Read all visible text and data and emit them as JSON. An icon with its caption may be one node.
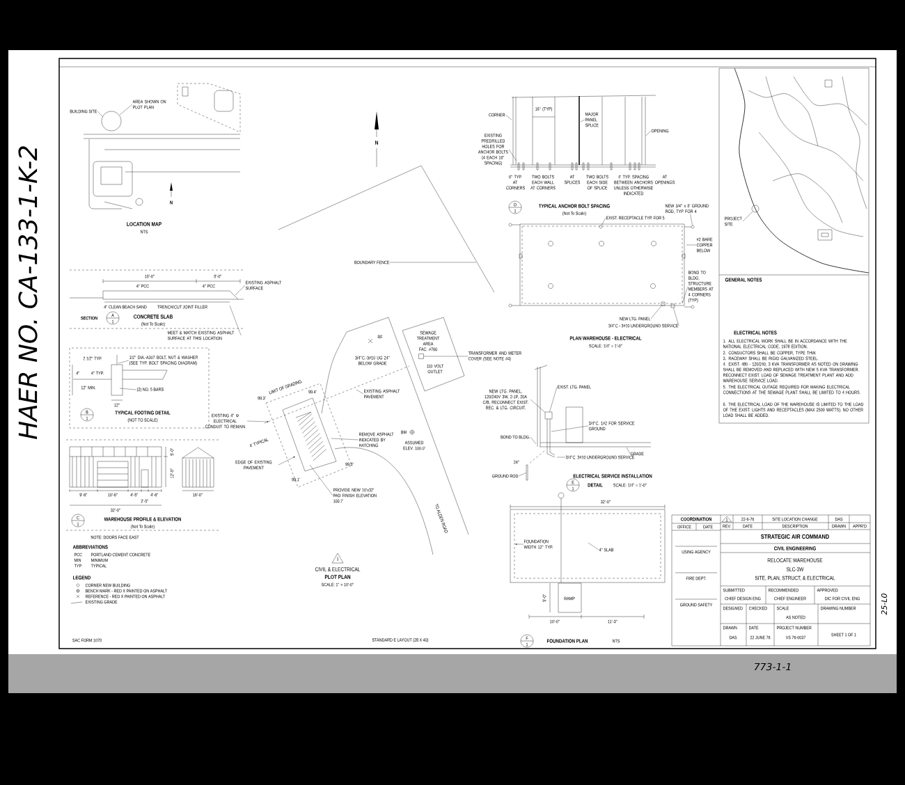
{
  "diagram": {
    "nodes": [
      {
        "text": [
          "BUILDING SITE"
        ]
      },
      {
        "text": [
          "AREA SHOWN ON PLOT PLAN"
        ]
      },
      {
        "text": [
          "EXISTING ASPHALT SURFACE"
        ]
      },
      {
        "text": [
          "MEET & MATCH EXISTING ASPHALT SURFACE AT THIS LOCATION"
        ]
      },
      {
        "text": [
          "1/2\" DIA.-A307 BOLT, NUT & WASHER (SEE TYP. BOLT SPACING DIAGRAM)"
        ]
      },
      {
        "text": [
          "(2) NO. 5 BARS"
        ]
      },
      {
        "text": [
          "EXISTING 4\" Φ ELECTRICAL CONDUIT TO REMAIN"
        ]
      },
      {
        "text": [
          "EDGE OF EXISTING PAVEMENT"
        ]
      },
      {
        "text": [
          "REMOVE ASPHALT INDICATED BY HATCHING"
        ]
      },
      {
        "text": [
          "PROVIDE NEW 16'x32' PAD FINISH ELEVATION 100.7'"
        ]
      },
      {
        "text": [
          "EXISTING ASPHALT PAVEMENT"
        ]
      },
      {
        "text": [
          "TRANSFORMER AND METER COVER (SEE NOTE #4)"
        ]
      },
      {
        "text": [
          "BOUNDARY FENCE"
        ]
      },
      {
        "text": [
          "CORNER"
        ]
      },
      {
        "text": [
          "MAJOR PANEL SPLICE"
        ]
      },
      {
        "text": [
          "OPENING"
        ]
      },
      {
        "text": [
          "EXISTING PREDRILLED HOLES FOR ANCHOR BOLTS (4 EACH 16\" SPACING)"
        ]
      },
      {
        "text": [
          "EXIST. RECEPTACLE TYP. FOR 5"
        ]
      },
      {
        "text": [
          "NEW 3/4\" x 8' GROUND ROD, TYP FOR 4"
        ]
      },
      {
        "text": [
          "#2 BARE COPPER BELOW"
        ]
      },
      {
        "text": [
          "BOND TO BLDG. STRUCTURE MEMBERS AT 4 CORNERS (TYP)"
        ]
      },
      {
        "text": [
          "NEW LTG. PANEL"
        ]
      },
      {
        "text": [
          "3/4\"C - 3#10 UNDERGROUND SERVICE"
        ]
      },
      {
        "text": [
          "EXIST. LTG. PANEL"
        ]
      },
      {
        "text": [
          "NEW LTG. PANEL, 120/240V 3W, 2-1P, 20A C/B, RECONNECT EXIST. REC. & LTG. CIRCUIT."
        ]
      },
      {
        "text": [
          "3/4\"C. 1#2 FOR SERVICE GROUND"
        ]
      },
      {
        "text": [
          "BOND TO BLDG."
        ]
      },
      {
        "text": [
          "GRADE"
        ]
      },
      {
        "text": [
          "3/4\"C. 3#10 UNDERGROUND SERVICE"
        ]
      },
      {
        "text": [
          "GROUND ROD"
        ]
      },
      {
        "text": [
          "FOUNDATION WIDTH 12\" TYP."
        ]
      },
      {
        "text": [
          "4\" SLAB"
        ]
      },
      {
        "text": [
          "PROJECT SITE"
        ]
      },
      {
        "text": [
          "SEWAGE TREATMENT AREA",
          "FAC. #760"
        ]
      },
      {
        "text": [],
        "shape": "box",
        "in": 33
      },
      {
        "text": [],
        "shape": "circle"
      },
      {
        "text": [],
        "shape": "circle"
      },
      {
        "text": [],
        "shape": "box"
      },
      {
        "text": [],
        "shape": "box"
      },
      {
        "text": [],
        "shape": "circle"
      },
      {
        "text": [],
        "shape": "box"
      },
      {
        "text": [],
        "shape": "bar"
      }
    ],
    "edges": [
      {
        "from": 0,
        "to": null,
        "arrow": "none"
      },
      {
        "from": 1,
        "to": null,
        "arrow": "none"
      },
      {
        "from": 2,
        "to": null,
        "arrow": "none"
      },
      {
        "from": 3,
        "to": null,
        "arrow": "none"
      },
      {
        "from": 4,
        "to": null,
        "arrow": "none"
      },
      {
        "from": 5,
        "to": null,
        "arrow": "none"
      },
      {
        "from": 6,
        "to": null,
        "arrow": "to"
      },
      {
        "from": 7,
        "to": null,
        "arrow": "to"
      },
      {
        "from": 8,
        "to": null,
        "arrow": "none"
      },
      {
        "from": 9,
        "to": null,
        "arrow": "none"
      },
      {
        "from": 10,
        "to": null,
        "arrow": "none"
      },
      {
        "from": 11,
        "to": 34,
        "arrow": "none"
      },
      {
        "from": 12,
        "to": null,
        "arrow": "none"
      },
      {
        "from": 13,
        "to": null,
        "arrow": "none"
      },
      {
        "from": 14,
        "to": null,
        "arrow": "none"
      },
      {
        "from": 15,
        "to": null,
        "arrow": "none"
      },
      {
        "from": 16,
        "to": null,
        "arrow": "none"
      },
      {
        "from": 17,
        "to": 35,
        "arrow": "none"
      },
      {
        "from": 18,
        "to": 36,
        "arrow": "none"
      },
      {
        "from": 19,
        "to": null,
        "arrow": "none"
      },
      {
        "from": 20,
        "to": null,
        "arrow": "none"
      },
      {
        "from": 21,
        "to": 37,
        "arrow": "none"
      },
      {
        "from": 22,
        "to": 38,
        "arrow": "none"
      },
      {
        "from": 23,
        "to": 40,
        "arrow": "none"
      },
      {
        "from": 24,
        "to": 40,
        "arrow": "none"
      },
      {
        "from": 25,
        "to": null,
        "arrow": "none"
      },
      {
        "from": 26,
        "to": null,
        "arrow": "none"
      },
      {
        "from": 27,
        "to": null,
        "arrow": "none"
      },
      {
        "from": 28,
        "to": null,
        "arrow": "none"
      },
      {
        "from": 29,
        "to": 41,
        "arrow": "none"
      },
      {
        "from": 30,
        "to": null,
        "arrow": "to"
      },
      {
        "from": 31,
        "to": null,
        "arrow": "none"
      },
      {
        "from": 32,
        "to": 39,
        "arrow": "none"
      }
    ],
    "labels": [
      "LOCATION MAP",
      "NTS",
      "N",
      "N",
      "SECTION",
      "A",
      "1",
      "CONCRETE SLAB",
      "(Not To Scale)",
      "18'-0\"",
      "8'-0\"",
      "4\" PCC",
      "4\" PCC",
      "4\" CLEAN BEACH SAND",
      "TRENCH/CUT JOINT FILLER",
      "B",
      "1",
      "TYPICAL FOOTING DETAIL",
      "(NOT TO SCALE)",
      "2 1/2\" TYP.",
      "4\"",
      "4\" TYP.",
      "12\" MIN.",
      "12\"",
      "C",
      "1",
      "WAREHOUSE PROFILE & ELEVATION",
      "(Not To Scale)",
      "9'-6\"",
      "10'-6\"",
      "4'-5\"",
      "2'-5\"",
      "4'-6\"",
      "32'-0\"",
      "16'-0\"",
      "5'-0\"",
      "12'-0\"",
      "NOTE: DOORS FACE EAST",
      "ABBREVIATIONS",
      "PCC",
      "PORTLAND CEMENT CONCRETE",
      "MIN",
      "MINIMUM",
      "TYP",
      "TYPICAL",
      "LEGEND",
      "1",
      "CIVIL & ELECTRICAL",
      "PLOT PLAN",
      "SCALE: 1\" = 10'-0\"",
      "LIMIT OF GRADING",
      "99.4'",
      "99.3'",
      "99.1'",
      "99.8'",
      "4' TYPICAL",
      "3/4\"C.-3#10 UG 24\" BELOW GRADE",
      "110 VOLT OUTLET",
      "RF",
      "BM",
      "ASSUMED ELEV. 100.0'",
      "TO ALDEN ROAD",
      "D",
      "1",
      "TYPICAL ANCHOR BOLT SPACING",
      "(Not To Scale)",
      "16\" (TYP)",
      "6\" TYP AT CORNERS",
      "TWO BOLTS EACH WALL AT CORNERS",
      "AT SPLICES",
      "TWO BOLTS EACH SIDE OF SPLICE",
      "4' TYP. SPACING BETWEEN ANCHORS UNLESS OTHERWISE INDICATED",
      "AT OPENINGS",
      "PLAN WAREHOUSE - ELECTRICAL",
      "SCALE: 1/4\" = 1'-0\"",
      "24\"",
      "ELECTRICAL SERVICE INSTALLATION",
      "E",
      "1",
      "DETAIL",
      "SCALE: 1/4\" = 1'-0\"",
      "32'-0\"",
      "RAMP",
      "5'-0\"",
      "10'-0\"",
      "11'-3\"",
      "F",
      "1",
      "FOUNDATION PLAN",
      "NTS",
      "GENERAL NOTES",
      "ELECTRICAL NOTES",
      "1. ALL ELECTRICAL WORK SHALL BE IN ACCORDANCE WITH THE NATIONAL ELECTRICAL CODE, 1978 EDITION.",
      "2. CONDUCTORS SHALL BE COPPER, TYPE THW.",
      "3. RACEWAY SHALL BE RIGID GALVANIZED STEEL.",
      "4. EXIST. 480 - 120/240, 3 KVA TRANSFORMER AS NOTED ON DRAWING SHALL BE REMOVED AND REPLACED WITH NEW 5 KVA TRANSFORMER. RECONNECT EXIST. LOAD OF SEWAGE TREATMENT PLANT AND ADD WAREHOUSE SERVICE LOAD.",
      "5. THE ELECTRICAL OUTAGE REQUIRED FOR MAKING ELECTRICAL CONNECTIONS AT THE SEWAGE PLANT SHALL BE LIMITED TO 4 HOURS.",
      "6. THE ELECTRICAL LOAD OF THE WAREHOUSE IS LIMITED TO THE LOAD OF THE EXIST. LIGHTS AND RECEPTACLES (MAX 2500 WATTS). NO OTHER LOAD SHALL BE ADDED.",
      "COORDINATION",
      "OFFICE",
      "DATE",
      "USING AGENCY",
      "FIRE DEPT.",
      "GROUND SAFETY",
      "1",
      "22-6-76",
      "SITE LOCATION CHANGE",
      "DAS",
      "REV.",
      "DATE",
      "DESCRIPTION",
      "DRAWN",
      "APPR'D",
      "STRATEGIC AIR COMMAND",
      "CIVIL ENGINEERING",
      "RELOCATE WAREHOUSE",
      "SLC-3W",
      "SITE, PLAN, STRUCT, & ELECTRICAL",
      "SUBMITTED",
      "CHIEF DESIGN ENG",
      "RECOMMENDED",
      "CHIEF ENGINEER",
      "APPROVED",
      "DIC FOR CIVIL ENG",
      "DESIGNED",
      "CHECKED",
      "SCALE",
      "AS NOTED",
      "DRAWING NUMBER",
      "DRAWN",
      "DAS",
      "DATE",
      "22 JUNE 76",
      "PROJECT NUMBER",
      "VS 76-0037",
      "SHEET 1 OF 1",
      "HAER NO. CA-133-1-K-2",
      "25-L0",
      "773-1-1",
      "SAC FORM 1078",
      "STANDARD E LAYOUT (28 X 40)"
    ],
    "legend": [
      {
        "text": "CORNER NEW BUILDING"
      },
      {
        "text": "BENCH MARK - RED X PAINTED ON ASPHALT"
      },
      {
        "text": "REFERENCE - RED X PAINTED ON ASPHALT"
      },
      {
        "text": "EXISTING GRADE"
      }
    ]
  }
}
